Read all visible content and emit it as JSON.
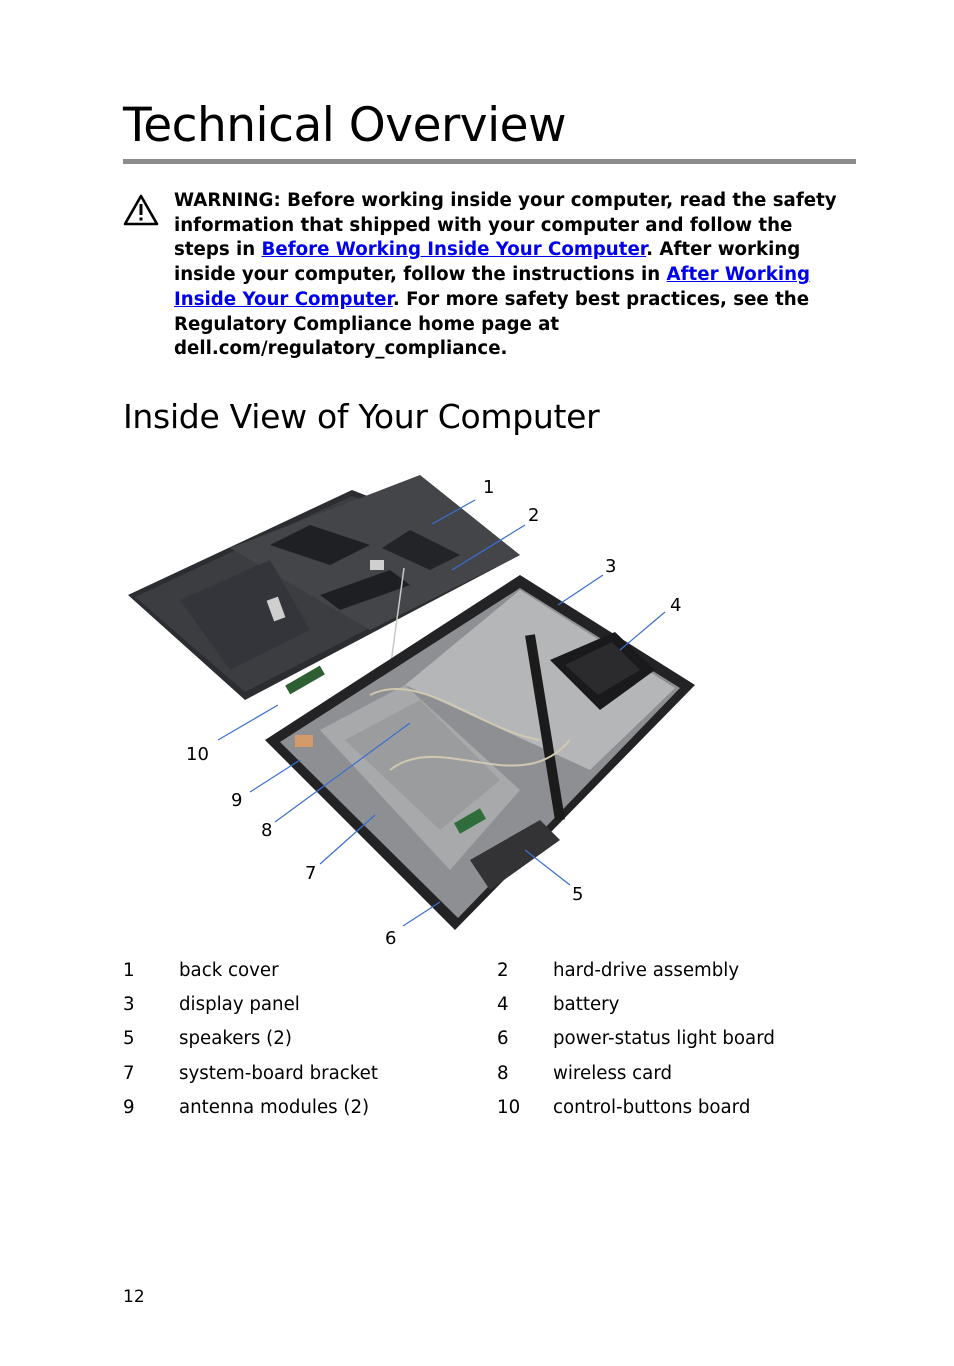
{
  "page": {
    "title": "Technical Overview",
    "page_number": "12"
  },
  "warning": {
    "text_1": "WARNING: Before working inside your computer, read the safety information that shipped with your computer and follow the steps in ",
    "link_1": "Before Working Inside Your Computer",
    "text_2": ". After working inside your computer, follow the instructions in ",
    "link_2": "After Working Inside Your Computer",
    "text_3": ". For more safety best practices, see the Regulatory Compliance home page at dell.com/regulatory_compliance."
  },
  "section": {
    "heading": "Inside View of Your Computer"
  },
  "figure": {
    "callouts": [
      "1",
      "2",
      "3",
      "4",
      "5",
      "6",
      "7",
      "8",
      "9",
      "10"
    ]
  },
  "legend": [
    {
      "num": "1",
      "label": "back cover"
    },
    {
      "num": "2",
      "label": "hard-drive assembly"
    },
    {
      "num": "3",
      "label": "display panel"
    },
    {
      "num": "4",
      "label": "battery"
    },
    {
      "num": "5",
      "label": "speakers (2)"
    },
    {
      "num": "6",
      "label": "power-status light board"
    },
    {
      "num": "7",
      "label": "system-board bracket"
    },
    {
      "num": "8",
      "label": "wireless card"
    },
    {
      "num": "9",
      "label": "antenna modules (2)"
    },
    {
      "num": "10",
      "label": "control-buttons board"
    }
  ]
}
